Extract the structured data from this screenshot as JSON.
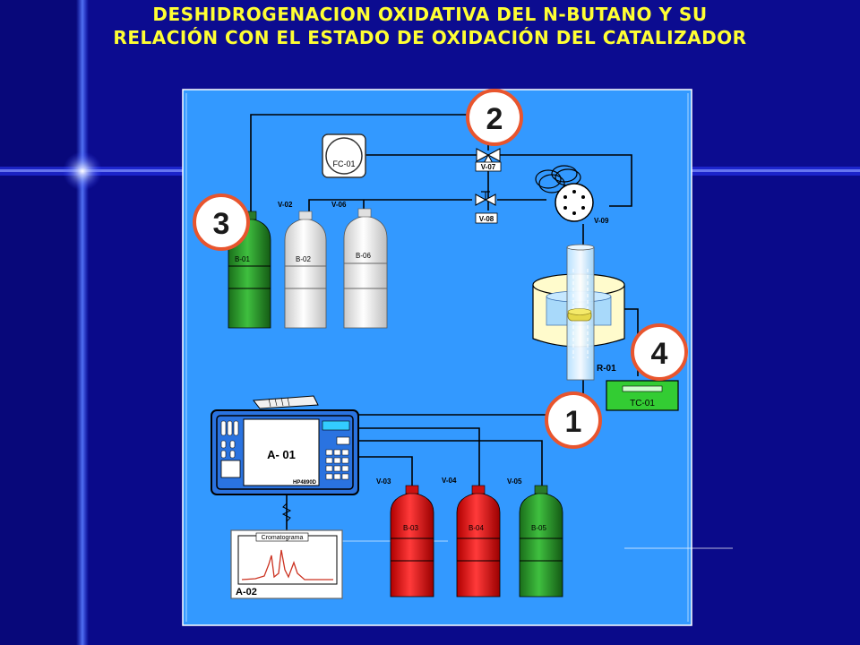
{
  "slide": {
    "title_line1": "DESHIDROGENACION OXIDATIVA  DEL  N-BUTANO Y SU",
    "title_line2": "RELACIÓN CON EL ESTADO DE OXIDACIÓN DEL CATALIZADOR",
    "colors": {
      "background": "#0a0a8a",
      "title": "#ffff33",
      "panel": "#3399ff"
    }
  },
  "diagram": {
    "flow_controller": "FC-01",
    "valves": {
      "v01": "V-07",
      "v02": "V-08",
      "v03": "V-09",
      "v04": "V-02",
      "v05": "V-06",
      "v06": "V-03",
      "v07": "V-04",
      "v08": "V-05"
    },
    "cylinders": {
      "b01": "B-01",
      "b02": "B-02",
      "b06": "B-06",
      "b03": "B-03",
      "b04": "B-04",
      "b05": "B-05"
    },
    "reactor": "R-01",
    "temp_controller": "TC-01",
    "gc": {
      "label": "A- 01",
      "model": "HP4890D"
    },
    "recorder": {
      "label": "A-02",
      "screen_title": "Cromatograma"
    },
    "callouts": [
      "2",
      "3",
      "4",
      "1"
    ]
  }
}
